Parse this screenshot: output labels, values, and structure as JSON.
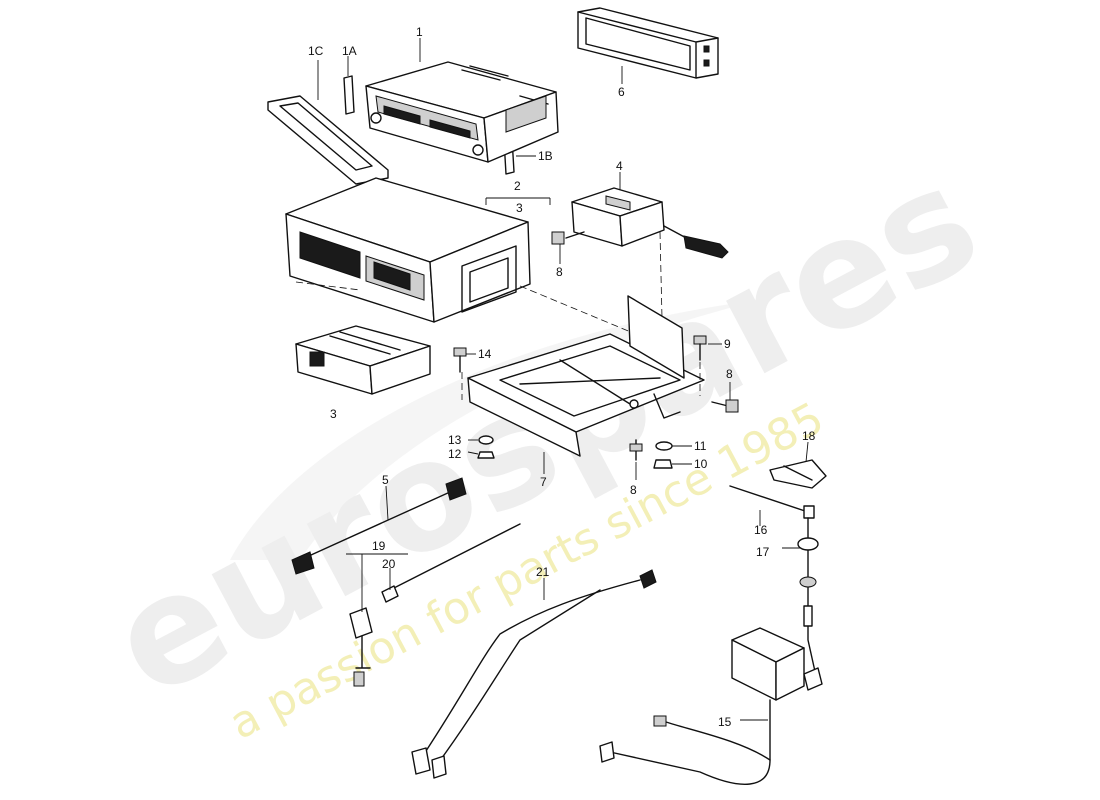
{
  "watermark": {
    "brand": "eurospares",
    "tagline": "a passion for parts since 1985",
    "colors": {
      "brand": "#e6e6e6",
      "tagline": "#ece7a0"
    }
  },
  "callouts": {
    "p1": "1",
    "p1a": "1A",
    "p1b": "1B",
    "p1c": "1C",
    "p2": "2",
    "p3_top": "3",
    "p3_bottom": "3",
    "p4": "4",
    "p5": "5",
    "p6": "6",
    "p7": "7",
    "p8_left": "8",
    "p8_right": "8",
    "p8_bottom": "8",
    "p9": "9",
    "p10": "10",
    "p11": "11",
    "p12": "12",
    "p13": "13",
    "p14": "14",
    "p15": "15",
    "p16": "16",
    "p17": "17",
    "p18": "18",
    "p19": "19",
    "p20": "20",
    "p21": "21"
  }
}
